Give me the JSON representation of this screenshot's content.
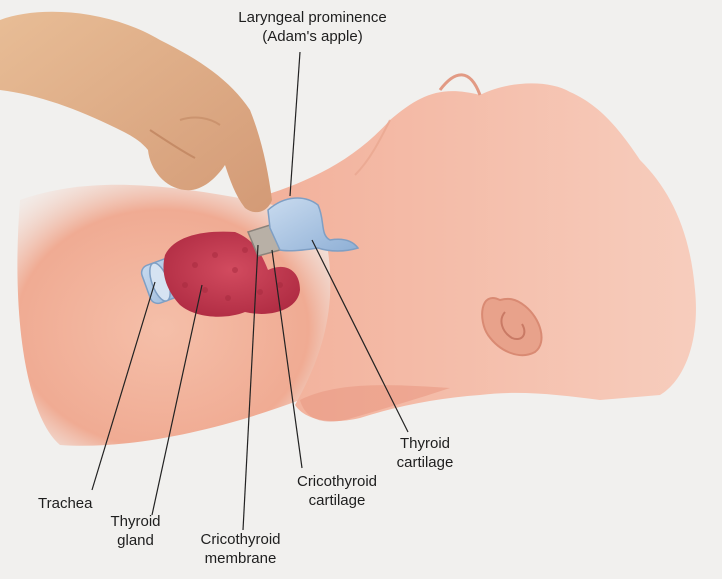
{
  "labels": {
    "laryngeal_prominence": "Laryngeal prominence\n(Adam's apple)",
    "thyroid_cartilage": "Thyroid\ncartilage",
    "cricothyroid_cartilage": "Cricothyroid\ncartilage",
    "trachea": "Trachea",
    "thyroid_gland": "Thyroid\ngland",
    "cricothyroid_membrane": "Cricothyroid\nmembrane"
  },
  "colors": {
    "background": "#f1f0ee",
    "skin": "#f3b8a3",
    "skin_shadow": "#e79680",
    "hand": "#e0b08a",
    "thyroid_gland": "#c23a4f",
    "cartilage": "#a9c2df",
    "leader_line": "#222222"
  }
}
